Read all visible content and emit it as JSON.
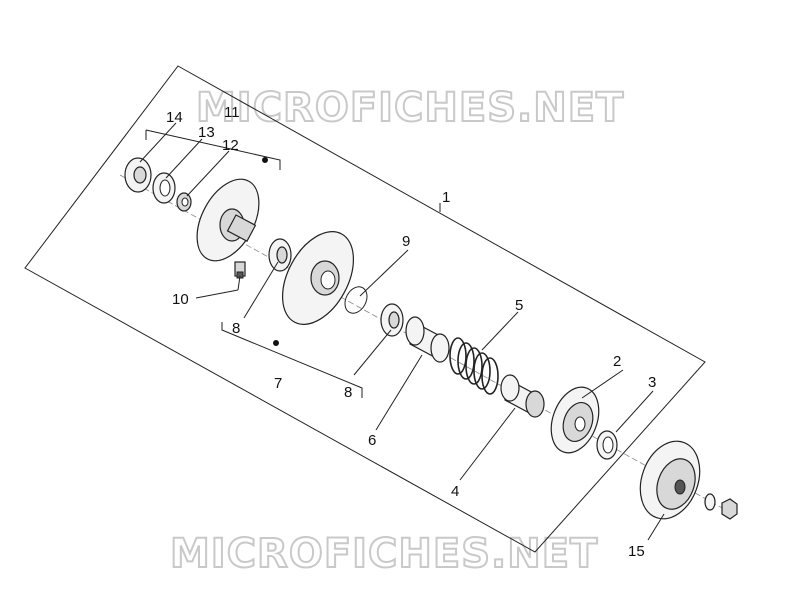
{
  "watermark": {
    "top": "MICROFICHES.NET",
    "bottom": "MICROFICHES.NET"
  },
  "callouts": {
    "c1": "1",
    "c2": "2",
    "c3": "3",
    "c4": "4",
    "c5": "5",
    "c6": "6",
    "c7": "7",
    "c8a": "8",
    "c8b": "8",
    "c9": "9",
    "c10": "10",
    "c11": "11",
    "c12": "12",
    "c13": "13",
    "c14": "14",
    "c15": "15"
  }
}
